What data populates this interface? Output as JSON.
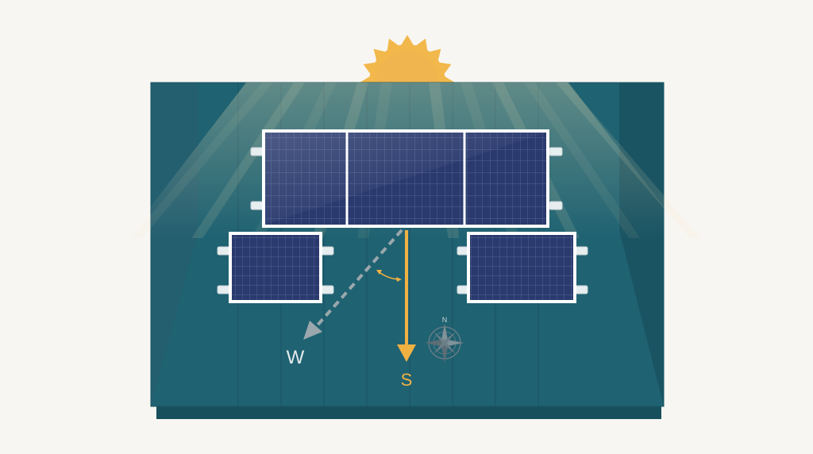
{
  "labels": {
    "west": "W",
    "south": "S",
    "north": "N"
  },
  "colors": {
    "background": "#f8f6f2",
    "roof": "#1f6272",
    "roof_dark": "#184f5d",
    "panel_cell": "#2a3a6e",
    "panel_frame": "#ffffff",
    "sun": "#f2b84b",
    "south_arrow": "#f0b143",
    "west_arrow": "#9aa7ad",
    "compass": "#6b7f88"
  },
  "icons": [
    "sun-icon",
    "compass-rose-icon",
    "arrow-south-icon",
    "arrow-west-icon"
  ]
}
